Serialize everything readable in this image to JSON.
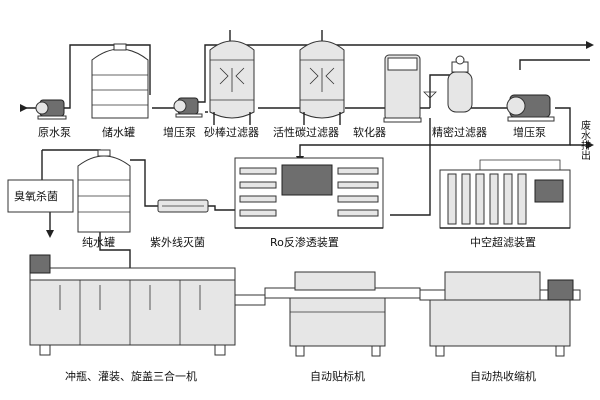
{
  "labels": {
    "raw_pump": "原水泵",
    "storage_tank": "储水罐",
    "booster_pump_1": "增压泵",
    "sand_filter": "砂棒过滤器",
    "carbon_filter": "活性碳过滤器",
    "softener": "软化器",
    "precision_filter": "精密过滤器",
    "booster_pump_2": "增压泵",
    "waste_drain": "废水排出",
    "ozone": "臭氧杀菌",
    "pure_tank": "纯水罐",
    "uv": "紫外线灭菌",
    "ro": "Ro反渗透装置",
    "uf": "中空超滤装置",
    "filler": "冲瓶、灌装、旋盖三合一机",
    "labeler": "自动贴标机",
    "shrink": "自动热收缩机"
  },
  "colors": {
    "line": "#222222",
    "fill_light": "#e6e6e6",
    "fill_dark": "#6e6e6e"
  }
}
